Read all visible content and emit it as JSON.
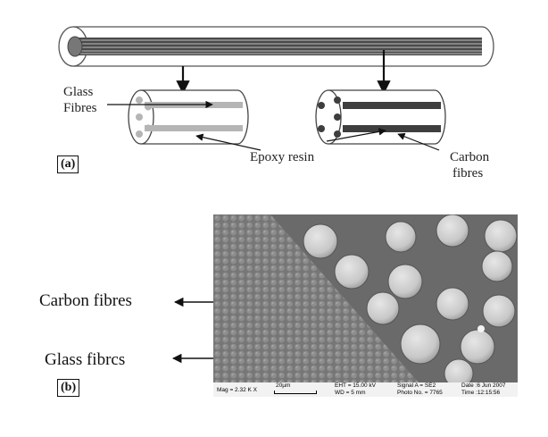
{
  "panel_a": {
    "tag": "(a)",
    "label_glass_line1": "Glass",
    "label_glass_line2": "Fibres",
    "label_epoxy": "Epoxy resin",
    "label_carbon_line1": "Carbon",
    "label_carbon_line2": "fibres"
  },
  "panel_b": {
    "tag": "(b)",
    "label_carbon": "Carbon fibres",
    "label_glass": "Glass fibrcs",
    "sem_info": {
      "mag": "Mag = 2.32 K X",
      "scale": "20µm",
      "eht": "EHT = 15.00 kV",
      "wd": "WD = 5 mm",
      "signal": "Signal A = SE2",
      "photo": "Photo No. = 7765",
      "date": "Date :6 Jun 2007",
      "time": "Time :12:15:56"
    }
  },
  "colors": {
    "glass_fibre": "#b5b5b5",
    "carbon_fibre": "#3e3e3e",
    "outline": "#333333"
  }
}
